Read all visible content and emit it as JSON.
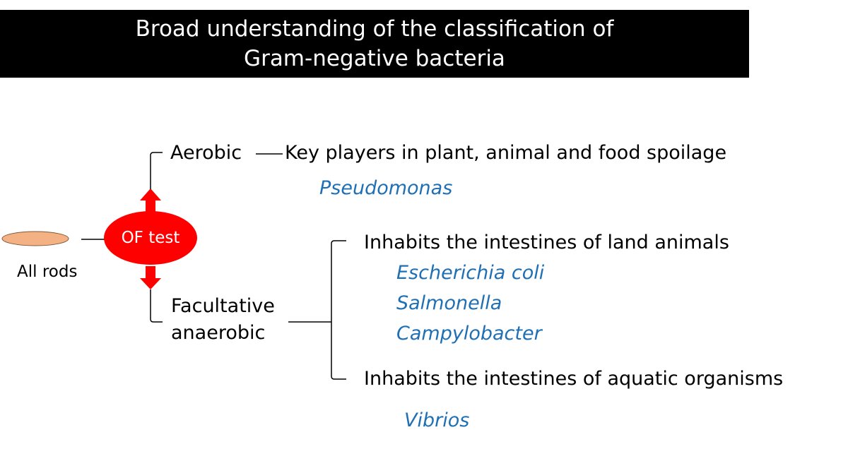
{
  "title": {
    "line1": "Broad understanding of the classification of",
    "line2": "Gram-negative bacteria"
  },
  "root": {
    "label": "All rods",
    "shape_color": "#F4B183"
  },
  "test": {
    "label": "OF test",
    "color": "#FF0000"
  },
  "branches": {
    "aerobic": {
      "label": "Aerobic",
      "description": "Key players in plant, animal and food spoilage",
      "examples": [
        "Pseudomonas"
      ]
    },
    "facultative": {
      "label_line1": "Facultative",
      "label_line2": "anaerobic",
      "groups": [
        {
          "description": "Inhabits the intestines of land animals",
          "examples": [
            "Escherichia coli",
            "Salmonella",
            "Campylobacter"
          ]
        },
        {
          "description": "Inhabits the intestines of aquatic organisms",
          "examples": [
            "Vibrios"
          ]
        }
      ]
    }
  },
  "colors": {
    "genus_text": "#1F6FB5",
    "title_bg": "#000000",
    "title_text": "#FFFFFF"
  }
}
